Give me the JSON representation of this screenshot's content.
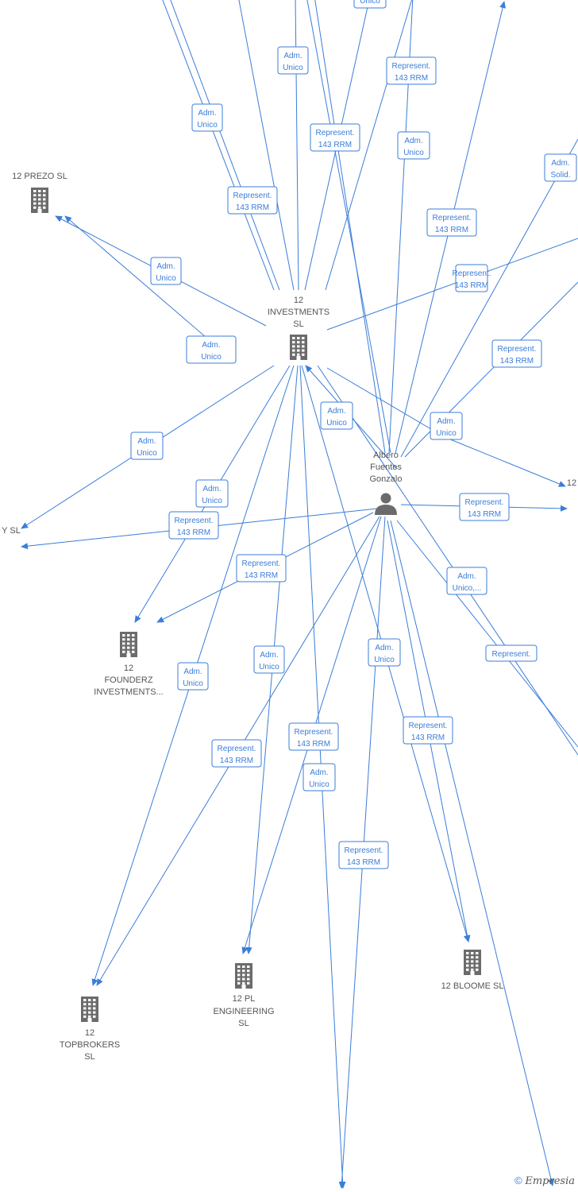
{
  "nodes": [
    {
      "id": "person",
      "kind": "person",
      "label": [
        "Albero",
        "Fuentes",
        "Gonzalo"
      ]
    },
    {
      "id": "investments",
      "kind": "company",
      "label": [
        "12",
        "INVESTMENTS",
        "SL"
      ]
    },
    {
      "id": "prezo",
      "kind": "company",
      "label": [
        "12 PREZO  SL"
      ]
    },
    {
      "id": "founderz",
      "kind": "company",
      "label": [
        "12",
        "FOUNDERZ",
        "INVESTMENTS..."
      ]
    },
    {
      "id": "topbrokers",
      "kind": "company",
      "label": [
        "12",
        "TOPBROKERS",
        "SL"
      ]
    },
    {
      "id": "engineering",
      "kind": "company",
      "label": [
        "12 PL",
        "ENGINEERING",
        "SL"
      ]
    },
    {
      "id": "bloome",
      "kind": "company",
      "label": [
        "12 BLOOME  SL"
      ]
    },
    {
      "id": "left_partial",
      "kind": "text",
      "label": [
        "Y  SL"
      ]
    },
    {
      "id": "right_partial",
      "kind": "text",
      "label": [
        "12"
      ]
    }
  ],
  "edge_labels": [
    [
      "Unico"
    ],
    [
      "Adm.",
      "Unico"
    ],
    [
      "Represent.",
      "143 RRM"
    ],
    [
      "Adm.",
      "Unico"
    ],
    [
      "Represent.",
      "143 RRM"
    ],
    [
      "Adm.",
      "Unico"
    ],
    [
      "Adm.",
      "Solid."
    ],
    [
      "Represent.",
      "143 RRM"
    ],
    [
      "Represent.",
      "143 RRM"
    ],
    [
      "Adm.",
      "Unico"
    ],
    [
      "Adm.",
      "Unico"
    ],
    [
      "Represent.",
      "143 RRM"
    ],
    [
      "Represent.",
      "143 RRM"
    ],
    [
      "Adm.",
      "Unico"
    ],
    [
      "Adm.",
      "Unico"
    ],
    [
      "Adm.",
      "Unico"
    ],
    [
      "Represent.",
      "143 RRM"
    ],
    [
      "Adm.",
      "Unico"
    ],
    [
      "Represent.",
      "143 RRM"
    ],
    [
      "Represent.",
      "143 RRM"
    ],
    [
      "Adm.",
      "Unico,..."
    ],
    [
      "Represent."
    ],
    [
      "Adm.",
      "Unico"
    ],
    [
      "Adm.",
      "Unico"
    ],
    [
      "Adm.",
      "Unico"
    ],
    [
      "Represent.",
      "143 RRM"
    ],
    [
      "Represent.",
      "143 RRM"
    ],
    [
      "Adm.",
      "Unico"
    ],
    [
      "Represent.",
      "143 RRM"
    ],
    [
      "Represent.",
      "143 RRM"
    ]
  ],
  "copyright": {
    "symbol": "©",
    "brand": "Empresia"
  },
  "colors": {
    "edge": "#3b7dd8",
    "node": "#6b6b6b",
    "label": "#555555"
  }
}
